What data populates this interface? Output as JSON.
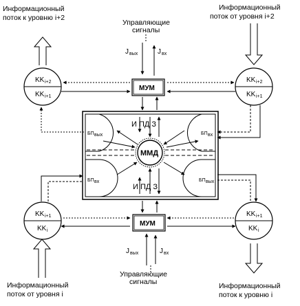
{
  "labels": {
    "flow_to_i2": [
      "Информационный",
      "поток к уровню i+2"
    ],
    "flow_from_i2": [
      "Информационный",
      "поток от уровня i+2"
    ],
    "flow_from_i": [
      "Информационный",
      "поток от уровня i"
    ],
    "flow_to_i": [
      "Информационный",
      "поток к уровню i"
    ],
    "control_top": [
      "Управляющие",
      "сигналы"
    ],
    "control_bottom": [
      "Управляющие",
      "сигналы"
    ]
  },
  "blocks": {
    "mum_top": "МУМ",
    "mum_bottom": "МУМ",
    "mmd": "ММД",
    "ipd_top": "И ПД З",
    "ipd_bottom": "И ПД З",
    "bp_out": "БП",
    "bp_out_sub": "вых",
    "bp_in": "БП",
    "bp_in_sub": "вх"
  },
  "kk": {
    "top_left": {
      "upper": "KK",
      "upper_sub": "i+2",
      "lower": "KK",
      "lower_sub": "i+1"
    },
    "top_right": {
      "upper": "KK",
      "upper_sub": "i+2",
      "lower": "KK",
      "lower_sub": "i+1"
    },
    "bottom_left": {
      "upper": "KK",
      "upper_sub": "i+1",
      "lower": "KK",
      "lower_sub": "i"
    },
    "bottom_right": {
      "upper": "KK",
      "upper_sub": "i+1",
      "lower": "KK",
      "lower_sub": "i"
    }
  },
  "signals": {
    "j_out_top": "J",
    "j_out_top_sub": "вых",
    "j_in_top": "J",
    "j_in_top_sub": "вх",
    "j_out_bottom": "J",
    "j_out_bottom_sub": "вых",
    "j_in_bottom": "J",
    "j_in_bottom_sub": "вх"
  }
}
